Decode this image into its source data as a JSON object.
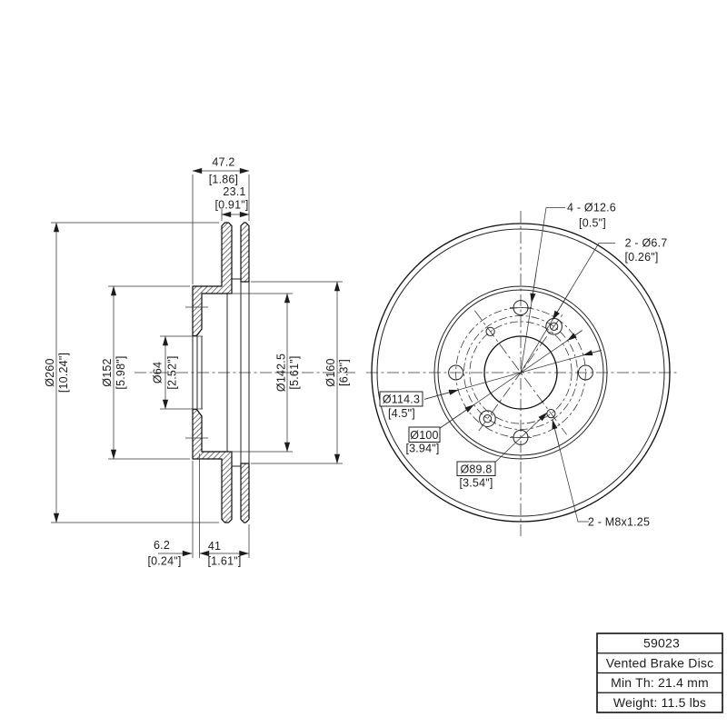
{
  "title_block": {
    "part_number": "59023",
    "product": "Vented Brake Disc",
    "min_thickness": "Min Th: 21.4 mm",
    "weight": "Weight: 11.5 lbs"
  },
  "section_view": {
    "outer_diameter": {
      "mm": "Ø260",
      "in": "[10.24\"]"
    },
    "hat_diameter": {
      "mm": "Ø152",
      "in": "[5.98\"]"
    },
    "center_bore": {
      "mm": "Ø64",
      "in": "[2.52\"]"
    },
    "recess_diameter": {
      "mm": "Ø142.5",
      "in": "[5.61\"]"
    },
    "inner_face_diameter": {
      "mm": "Ø160",
      "in": "[6.3\"]"
    },
    "overall_width": {
      "mm": "47.2",
      "in": "[1.86]"
    },
    "rotor_thickness": {
      "mm": "23.1",
      "in": "[0.91\"]"
    },
    "hat_thickness": {
      "mm": "6.2",
      "in": "[0.24\"]"
    },
    "mount_depth": {
      "mm": "41",
      "in": "[1.61\"]"
    }
  },
  "front_view": {
    "lug_holes": {
      "label": "4 - Ø12.6",
      "in": "[0.5\"]"
    },
    "pin_holes": {
      "label": "2 - Ø6.7",
      "in": "[0.26\"]"
    },
    "bolt_circle": {
      "label": "Ø114.3",
      "in": "[4.5\"]"
    },
    "pin_circle": {
      "label": "Ø100",
      "in": "[3.94\"]"
    },
    "thread_circle": {
      "label": "Ø89.8",
      "in": "[3.54\"]"
    },
    "thread_spec": "2 - M8x1.25"
  }
}
